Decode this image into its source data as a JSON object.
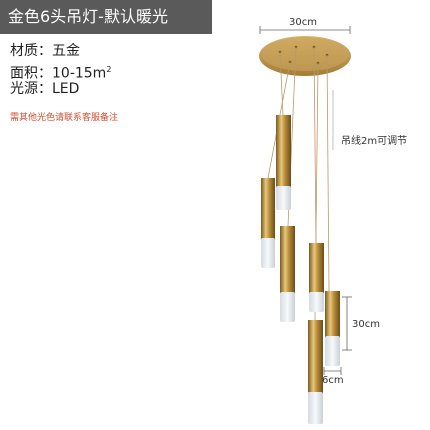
{
  "title": "金色6头吊灯-默认暖光",
  "specs": {
    "material": "材质：五金",
    "area_prefix": "面积：10-15m",
    "area_sup": "2",
    "light": "光源：LED"
  },
  "note": "需其他光色请联系客服备注",
  "dimensions": {
    "canopy_width": "30cm",
    "cable_length": "吊线2m可调节",
    "height_span": "30cm",
    "tube_width": "6cm"
  },
  "colors": {
    "gold": "#b8924a",
    "canopy": "#c09a56",
    "diffuser": "#e9edf1",
    "note": "#d84a2a"
  }
}
